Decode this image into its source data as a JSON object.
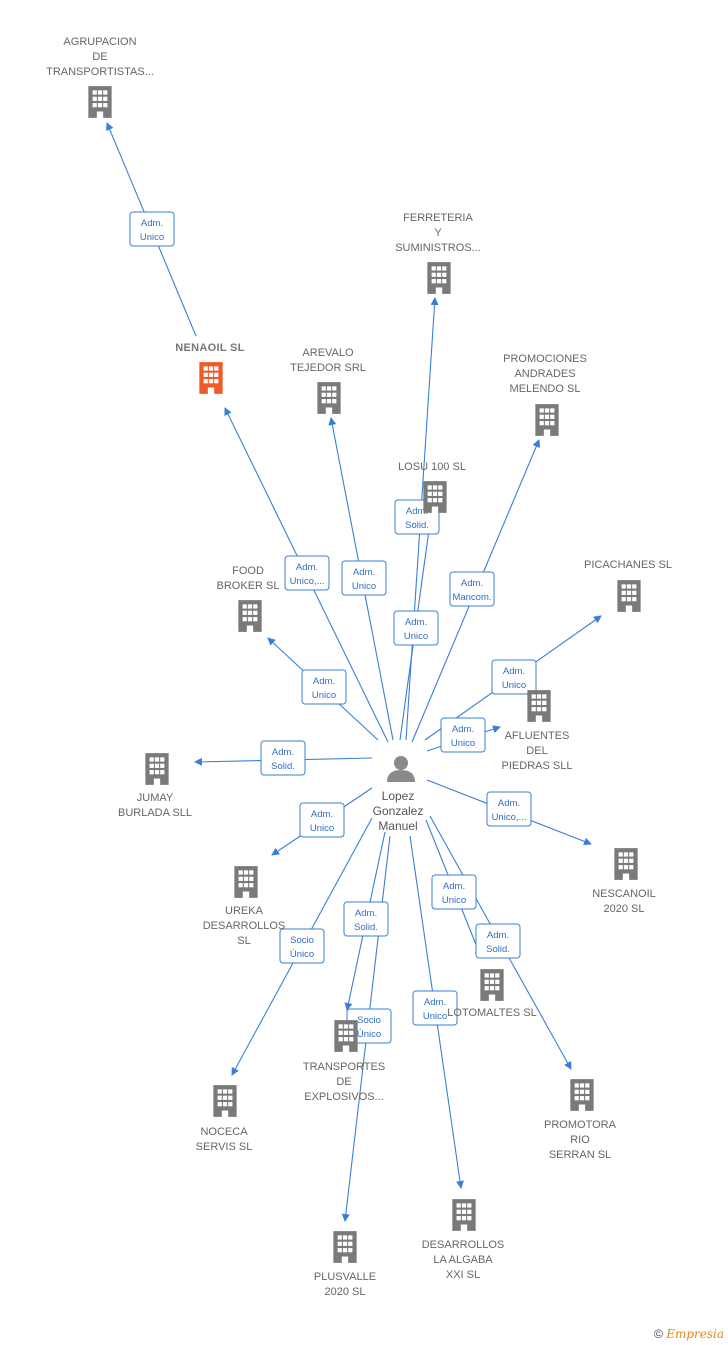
{
  "person": {
    "lines": [
      "Lopez",
      "Gonzalez",
      "Manuel"
    ]
  },
  "colors": {
    "edge": "#3a7fd5",
    "building": "#7a7a7a",
    "building_highlight": "#f05a28"
  },
  "companies": [
    {
      "id": "agrupacion",
      "lines": [
        "AGRUPACION",
        "DE",
        "TRANSPORTISTAS..."
      ],
      "highlight": false
    },
    {
      "id": "ferreteria",
      "lines": [
        "FERRETERIA",
        "Y",
        "SUMINISTROS..."
      ],
      "highlight": false
    },
    {
      "id": "nenaoil",
      "lines": [
        "NENAOIL  SL"
      ],
      "highlight": true
    },
    {
      "id": "arevalo",
      "lines": [
        "AREVALO",
        "TEJEDOR SRL"
      ],
      "highlight": false
    },
    {
      "id": "promociones",
      "lines": [
        "PROMOCIONES",
        "ANDRADES",
        "MELENDO SL"
      ],
      "highlight": false
    },
    {
      "id": "losu",
      "lines": [
        "LOSU 100 SL"
      ],
      "highlight": false
    },
    {
      "id": "foodbroker",
      "lines": [
        "FOOD",
        "BROKER  SL"
      ],
      "highlight": false
    },
    {
      "id": "picachanes",
      "lines": [
        "PICACHANES SL"
      ],
      "highlight": false
    },
    {
      "id": "afluentes",
      "lines": [
        "AFLUENTES",
        "DEL",
        "PIEDRAS SLL"
      ],
      "highlight": false
    },
    {
      "id": "jumay",
      "lines": [
        "JUMAY",
        "BURLADA SLL"
      ],
      "highlight": false
    },
    {
      "id": "nescanoil",
      "lines": [
        "NESCANOIL",
        "2020  SL"
      ],
      "highlight": false
    },
    {
      "id": "ureka",
      "lines": [
        "UREKA",
        "DESARROLLOS",
        "SL"
      ],
      "highlight": false
    },
    {
      "id": "lotomaltes",
      "lines": [
        "LOTOMALTES SL"
      ],
      "highlight": false
    },
    {
      "id": "transportes",
      "lines": [
        "TRANSPORTES",
        "DE",
        "EXPLOSIVOS..."
      ],
      "highlight": false
    },
    {
      "id": "noceca",
      "lines": [
        "NOCECA",
        "SERVIS SL"
      ],
      "highlight": false
    },
    {
      "id": "promotora",
      "lines": [
        "PROMOTORA",
        "RIO",
        "SERRAN SL"
      ],
      "highlight": false
    },
    {
      "id": "desarrollos",
      "lines": [
        "DESARROLLOS",
        "LA ALGABA",
        "XXI  SL"
      ],
      "highlight": false
    },
    {
      "id": "plusvalle",
      "lines": [
        "PLUSVALLE",
        "2020  SL"
      ],
      "highlight": false
    }
  ],
  "edges": [
    {
      "target": "agrupacion",
      "role": [
        "Adm.",
        "Unico"
      ]
    },
    {
      "target": "nenaoil",
      "role": [
        "Adm.",
        "Unico,..."
      ]
    },
    {
      "target": "arevalo",
      "role": [
        "Adm.",
        "Unico"
      ]
    },
    {
      "target": "ferreteria",
      "role": [
        "Adm.",
        "Solid."
      ]
    },
    {
      "target": "losu",
      "role": [
        "Adm.",
        "Unico"
      ]
    },
    {
      "target": "promociones",
      "role": [
        "Adm.",
        "Mancom."
      ]
    },
    {
      "target": "foodbroker",
      "role": [
        "Adm.",
        "Unico"
      ]
    },
    {
      "target": "picachanes",
      "role": [
        "Adm.",
        "Unico"
      ]
    },
    {
      "target": "afluentes",
      "role": [
        "Adm.",
        "Unico"
      ]
    },
    {
      "target": "jumay",
      "role": [
        "Adm.",
        "Solid."
      ]
    },
    {
      "target": "nescanoil",
      "role": [
        "Adm.",
        "Unico,..."
      ]
    },
    {
      "target": "ureka",
      "role": [
        "Adm.",
        "Unico"
      ]
    },
    {
      "target": "lotomaltes",
      "role": [
        "Adm.",
        "Unico"
      ]
    },
    {
      "target": "promotora",
      "role": [
        "Adm.",
        "Solid."
      ]
    },
    {
      "target": "transportes",
      "role": [
        "Adm.",
        "Solid."
      ]
    },
    {
      "target": "noceca",
      "role": [
        "Socio",
        "Único"
      ]
    },
    {
      "target": "plusvalle",
      "role": [
        "Socio",
        "Único"
      ]
    },
    {
      "target": "desarrollos",
      "role": [
        "Adm.",
        "Unico"
      ]
    }
  ],
  "footer": {
    "copyright": "©",
    "brand": "Empresia"
  }
}
